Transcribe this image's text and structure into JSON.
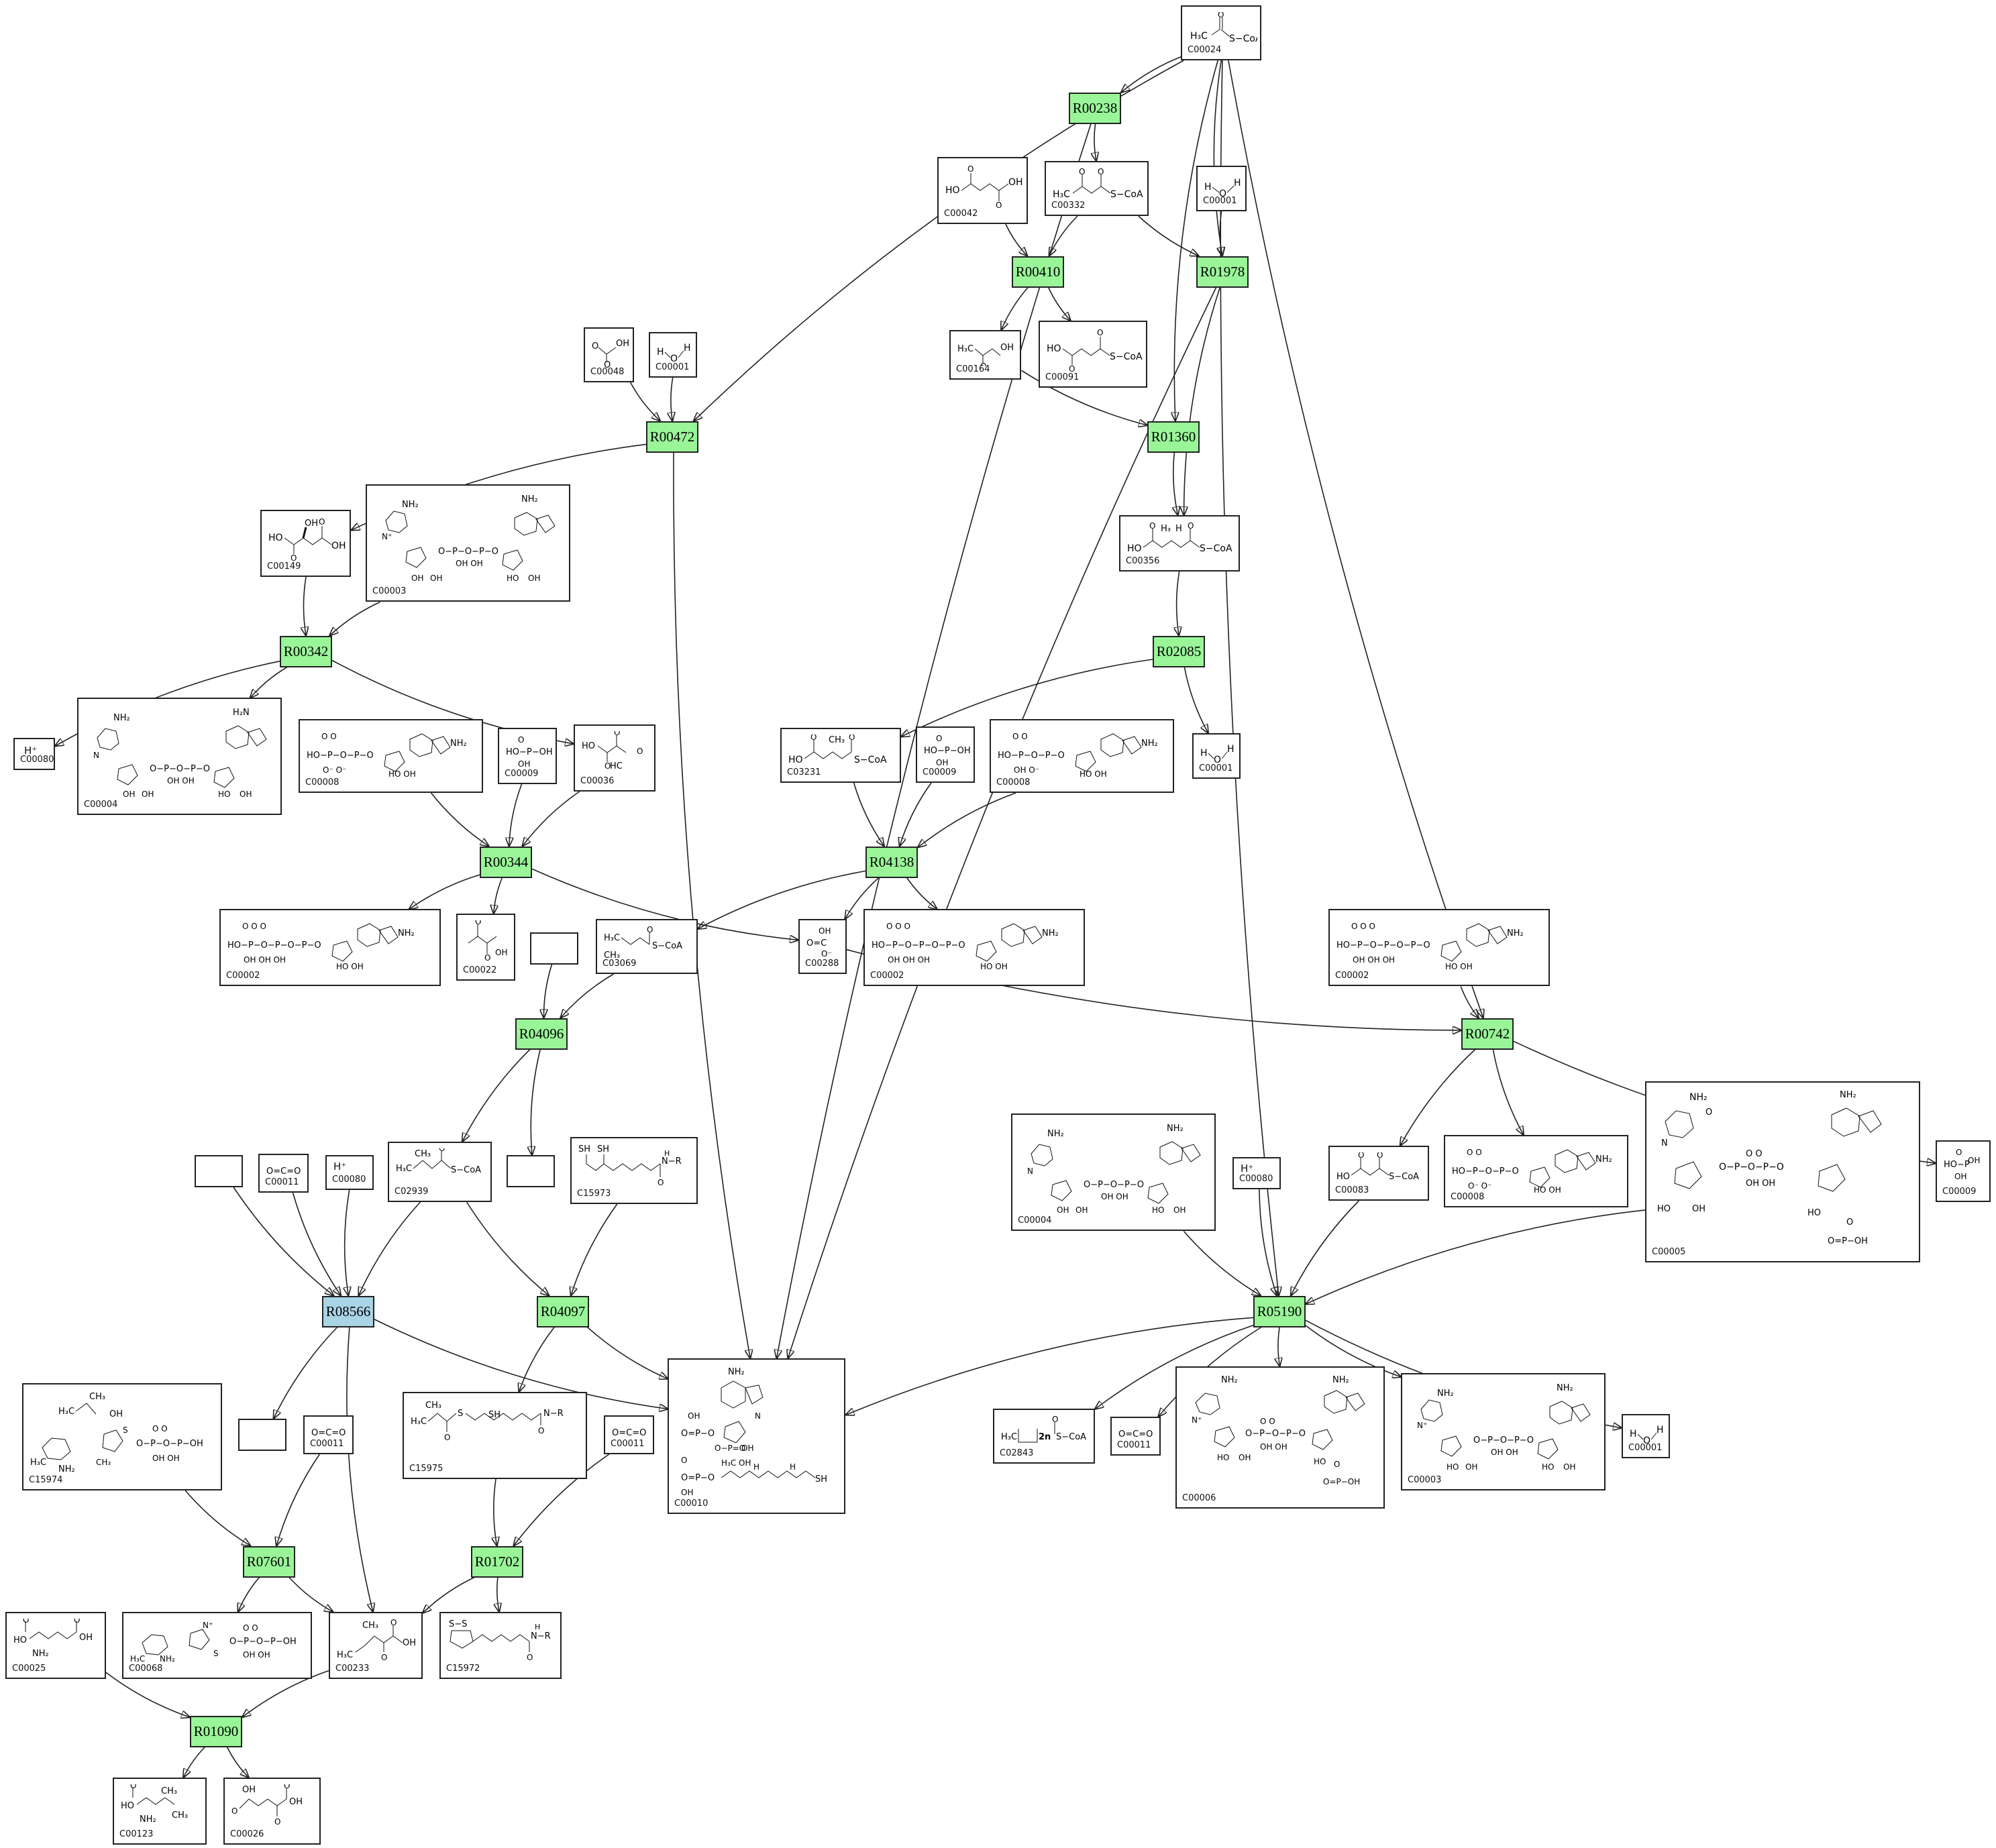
{
  "colors": {
    "reaction_fill": "#99f598",
    "reaction_selected_fill": "#a9d4e6",
    "edge": "#222222",
    "node_border": "#222222"
  },
  "reactions": [
    {
      "id": "R00238",
      "label": "R00238",
      "style": "green"
    },
    {
      "id": "R00410",
      "label": "R00410",
      "style": "green"
    },
    {
      "id": "R01978",
      "label": "R01978",
      "style": "green"
    },
    {
      "id": "R00472",
      "label": "R00472",
      "style": "green"
    },
    {
      "id": "R01360",
      "label": "R01360",
      "style": "green"
    },
    {
      "id": "R00342",
      "label": "R00342",
      "style": "green"
    },
    {
      "id": "R02085",
      "label": "R02085",
      "style": "green"
    },
    {
      "id": "R00344",
      "label": "R00344",
      "style": "green"
    },
    {
      "id": "R04138",
      "label": "R04138",
      "style": "green"
    },
    {
      "id": "R04096",
      "label": "R04096",
      "style": "green"
    },
    {
      "id": "R00742",
      "label": "R00742",
      "style": "green"
    },
    {
      "id": "R08566",
      "label": "R08566",
      "style": "blue"
    },
    {
      "id": "R04097",
      "label": "R04097",
      "style": "green"
    },
    {
      "id": "R05190",
      "label": "R05190",
      "style": "green"
    },
    {
      "id": "R07601",
      "label": "R07601",
      "style": "green"
    },
    {
      "id": "R01702",
      "label": "R01702",
      "style": "green"
    },
    {
      "id": "R01090",
      "label": "R01090",
      "style": "green"
    }
  ],
  "compounds": [
    {
      "key": "c00024",
      "id": "C00024",
      "formula": "H3C–C(=O)–S–CoA"
    },
    {
      "key": "c00042",
      "id": "C00042",
      "formula": "HO–C(=O)–CH2–CH2–C(=O)–OH"
    },
    {
      "key": "c00332",
      "id": "C00332",
      "formula": "H3C–C(=O)–CH2–C(=O)–S–CoA"
    },
    {
      "key": "c00001a",
      "id": "C00001",
      "formula": "H–O–H"
    },
    {
      "key": "c00048",
      "id": "C00048",
      "formula": "O=CH–C(=O)–OH"
    },
    {
      "key": "c00001b",
      "id": "C00001",
      "formula": "H–O–H"
    },
    {
      "key": "c00164",
      "id": "C00164",
      "formula": "H3C–C(=O)–CH2–C(=O)–OH"
    },
    {
      "key": "c00091",
      "id": "C00091",
      "formula": "HO–C(=O)–CH2–CH2–C(=O)–S–CoA"
    },
    {
      "key": "c00149",
      "id": "C00149",
      "formula": "HO–C(=O)–CH(OH)–CH2–C(=O)–OH"
    },
    {
      "key": "c00003a",
      "id": "C00003",
      "formula": "NAD+"
    },
    {
      "key": "c00356",
      "id": "C00356",
      "formula": "HO–C(=O)–CH2–C(OH)(CH3)–CH2–C(=O)–S–CoA"
    },
    {
      "key": "c00080a",
      "id": "C00080",
      "formula": "H+"
    },
    {
      "key": "c00004a",
      "id": "C00004",
      "formula": "NADH"
    },
    {
      "key": "c00008",
      "id": "C00008",
      "formula": "ADP"
    },
    {
      "key": "c00009a",
      "id": "C00009",
      "formula": "HO–P(=O)(OH)–OH"
    },
    {
      "key": "c00036",
      "id": "C00036",
      "formula": "HO–C(=O)–C(=O)–CH2–C(=O)–OH"
    },
    {
      "key": "c03231",
      "id": "C03231",
      "formula": "HO–C(=O)–CH=C(CH3)–C(=O)–S–CoA"
    },
    {
      "key": "c00009b",
      "id": "C00009",
      "formula": "HO–P(=O)(OH)–OH"
    },
    {
      "key": "c00008b",
      "id": "C00008",
      "formula": "ADP"
    },
    {
      "key": "c00001c",
      "id": "C00001",
      "formula": "H–O–H"
    },
    {
      "key": "c00002a",
      "id": "C00002",
      "formula": "ATP"
    },
    {
      "key": "c00022",
      "id": "C00022",
      "formula": "H3C–C(=O)–C(=O)–OH"
    },
    {
      "key": "c03069",
      "id": "C03069",
      "formula": "(CH3)2C=CH–C(=O)–S–CoA"
    },
    {
      "key": "c00288",
      "id": "C00288",
      "formula": "HO–C(=O)–O−"
    },
    {
      "key": "c00002b",
      "id": "C00002",
      "formula": "ATP"
    },
    {
      "key": "c00002c",
      "id": "C00002",
      "formula": "ATP"
    },
    {
      "key": "c00011a",
      "id": "C00011",
      "formula": "O=C=O"
    },
    {
      "key": "c00080b",
      "id": "C00080",
      "formula": "H+"
    },
    {
      "key": "c02939",
      "id": "C02939",
      "formula": "(CH3)2CH–CH2–C(=O)–S–CoA"
    },
    {
      "key": "c15973",
      "id": "C15973",
      "formula": "Dihydrolipoyl-R (SH, SH)"
    },
    {
      "key": "c00004b",
      "id": "C00004",
      "formula": "NADH"
    },
    {
      "key": "c00080c",
      "id": "C00080",
      "formula": "H+"
    },
    {
      "key": "c00083",
      "id": "C00083",
      "formula": "HO–C(=O)–CH2–C(=O)–S–CoA"
    },
    {
      "key": "c00008c",
      "id": "C00008",
      "formula": "ADP"
    },
    {
      "key": "c00005",
      "id": "C00005",
      "formula": "NADPH"
    },
    {
      "key": "c00009c",
      "id": "C00009",
      "formula": "HO–P(=O)(OH)–OH"
    },
    {
      "key": "c15974",
      "id": "C15974",
      "formula": "2-Methyl-1-hydroxypropyl-ThPP"
    },
    {
      "key": "c00011b",
      "id": "C00011",
      "formula": "O=C=O"
    },
    {
      "key": "c15975",
      "id": "C15975",
      "formula": "S-(3-Methylbutanoyl)-dihydrolipoyl-R"
    },
    {
      "key": "c00011c",
      "id": "C00011",
      "formula": "O=C=O"
    },
    {
      "key": "c00010",
      "id": "C00010",
      "formula": "CoA-SH"
    },
    {
      "key": "c02843",
      "id": "C02843",
      "formula": "H3C–(CH2)2n–C(=O)–S–CoA"
    },
    {
      "key": "c00011d",
      "id": "C00011",
      "formula": "O=C=O"
    },
    {
      "key": "c00006",
      "id": "C00006",
      "formula": "NADP+"
    },
    {
      "key": "c00003b",
      "id": "C00003",
      "formula": "NAD+"
    },
    {
      "key": "c00001d",
      "id": "C00001",
      "formula": "H–O–H"
    },
    {
      "key": "c00025",
      "id": "C00025",
      "formula": "L-Glutamate"
    },
    {
      "key": "c00068",
      "id": "C00068",
      "formula": "Thiamin diphosphate"
    },
    {
      "key": "c00233",
      "id": "C00233",
      "formula": "(CH3)2CH–CH2–C(=O)–C(=O)–OH"
    },
    {
      "key": "c15972",
      "id": "C15972",
      "formula": "Lipoyl-R (S–S)"
    },
    {
      "key": "c00123",
      "id": "C00123",
      "formula": "L-Leucine"
    },
    {
      "key": "c00026",
      "id": "C00026",
      "formula": "2-Oxoglutarate"
    },
    {
      "key": "empty1",
      "id": "",
      "formula": ""
    },
    {
      "key": "empty2",
      "id": "",
      "formula": ""
    },
    {
      "key": "empty3",
      "id": "",
      "formula": ""
    },
    {
      "key": "empty4",
      "id": "",
      "formula": ""
    }
  ],
  "edges": [
    [
      "c00024",
      "R00238"
    ],
    [
      "c00024",
      "R00472"
    ],
    [
      "c00024",
      "R01978"
    ],
    [
      "c00024",
      "R01360"
    ],
    [
      "c00024",
      "R05190"
    ],
    [
      "c00024",
      "R00742"
    ],
    [
      "R00238",
      "c00332"
    ],
    [
      "R00238",
      "c00010"
    ],
    [
      "c00042",
      "R00410"
    ],
    [
      "c00332",
      "R00410"
    ],
    [
      "R00410",
      "c00164"
    ],
    [
      "R00410",
      "c00091"
    ],
    [
      "c00332",
      "R01978"
    ],
    [
      "c00001a",
      "R01978"
    ],
    [
      "R01978",
      "c00356"
    ],
    [
      "R01978",
      "c00010"
    ],
    [
      "c00164",
      "R01360"
    ],
    [
      "R01360",
      "c00356"
    ],
    [
      "c00048",
      "R00472"
    ],
    [
      "c00001b",
      "R00472"
    ],
    [
      "R00472",
      "c00149"
    ],
    [
      "R00472",
      "c00010"
    ],
    [
      "c00149",
      "R00342"
    ],
    [
      "c00003a",
      "R00342"
    ],
    [
      "R00342",
      "c00080a"
    ],
    [
      "R00342",
      "c00004a"
    ],
    [
      "R00342",
      "c00036"
    ],
    [
      "c00356",
      "R02085"
    ],
    [
      "R02085",
      "c03231"
    ],
    [
      "R02085",
      "c00001c"
    ],
    [
      "c00008",
      "R00344"
    ],
    [
      "c00009a",
      "R00344"
    ],
    [
      "c00036",
      "R00344"
    ],
    [
      "R00344",
      "c00002a"
    ],
    [
      "R00344",
      "c00022"
    ],
    [
      "R00344",
      "c00288"
    ],
    [
      "c03231",
      "R04138"
    ],
    [
      "c00009b",
      "R04138"
    ],
    [
      "c00008b",
      "R04138"
    ],
    [
      "R04138",
      "c03069"
    ],
    [
      "R04138",
      "c00288"
    ],
    [
      "R04138",
      "c00002b"
    ],
    [
      "empty1",
      "R04096"
    ],
    [
      "c03069",
      "R04096"
    ],
    [
      "R04096",
      "c02939"
    ],
    [
      "R04096",
      "empty2"
    ],
    [
      "c00002c",
      "R00742"
    ],
    [
      "c00288",
      "R00742"
    ],
    [
      "R00742",
      "c00083"
    ],
    [
      "R00742",
      "c00008c"
    ],
    [
      "R00742",
      "c00009c"
    ],
    [
      "empty3",
      "R08566"
    ],
    [
      "c00011a",
      "R08566"
    ],
    [
      "c00080b",
      "R08566"
    ],
    [
      "c02939",
      "R08566"
    ],
    [
      "R08566",
      "empty4"
    ],
    [
      "R08566",
      "c00233"
    ],
    [
      "R08566",
      "c00010"
    ],
    [
      "c02939",
      "R04097"
    ],
    [
      "c15973",
      "R04097"
    ],
    [
      "R04097",
      "c15975"
    ],
    [
      "R04097",
      "c00010"
    ],
    [
      "c00004b",
      "R05190"
    ],
    [
      "c00080c",
      "R05190"
    ],
    [
      "c00083",
      "R05190"
    ],
    [
      "c00005",
      "R05190"
    ],
    [
      "R05190",
      "c00010"
    ],
    [
      "R05190",
      "c02843"
    ],
    [
      "R05190",
      "c00011d"
    ],
    [
      "R05190",
      "c00006"
    ],
    [
      "R05190",
      "c00003b"
    ],
    [
      "R05190",
      "c00001d"
    ],
    [
      "c15974",
      "R07601"
    ],
    [
      "c00011b",
      "R07601"
    ],
    [
      "R07601",
      "c00068"
    ],
    [
      "R07601",
      "c00233"
    ],
    [
      "c15975",
      "R01702"
    ],
    [
      "c00011c",
      "R01702"
    ],
    [
      "R01702",
      "c00233"
    ],
    [
      "R01702",
      "c15972"
    ],
    [
      "c00025",
      "R01090"
    ],
    [
      "c00233",
      "R01090"
    ],
    [
      "R01090",
      "c00123"
    ],
    [
      "R01090",
      "c00026"
    ]
  ]
}
